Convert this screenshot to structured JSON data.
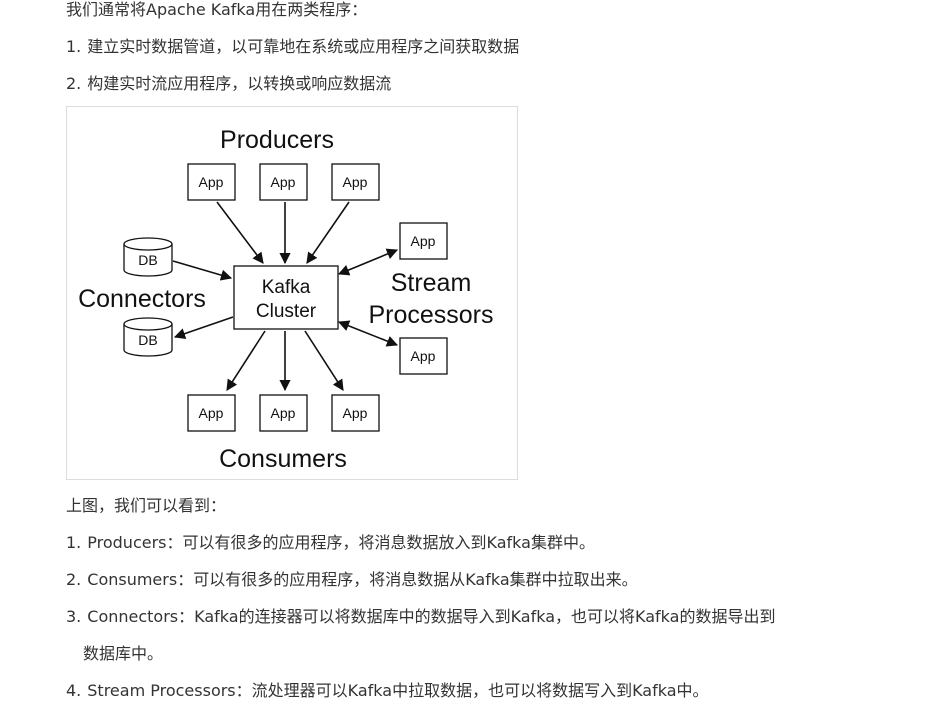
{
  "intro": {
    "heading": "我们通常将Apache Kafka用在两类程序：",
    "items": [
      {
        "num": "1.",
        "text": "建立实时数据管道，以可靠地在系统或应用程序之间获取数据"
      },
      {
        "num": "2.",
        "text": "构建实时流应用程序，以转换或响应数据流"
      }
    ]
  },
  "diagram": {
    "producers_label": "Producers",
    "consumers_label": "Consumers",
    "connectors_label": "Connectors",
    "stream_processors_label_line1": "Stream",
    "stream_processors_label_line2": "Processors",
    "cluster_line1": "Kafka",
    "cluster_line2": "Cluster",
    "app_label": "App",
    "db_label": "DB"
  },
  "explanation": {
    "heading": "上图，我们可以看到：",
    "items": [
      {
        "num": "1.",
        "text": "Producers：可以有很多的应用程序，将消息数据放入到Kafka集群中。"
      },
      {
        "num": "2.",
        "text": "Consumers：可以有很多的应用程序，将消息数据从Kafka集群中拉取出来。"
      },
      {
        "num": "3.",
        "text": "Connectors：Kafka的连接器可以将数据库中的数据导入到Kafka，也可以将Kafka的数据导出到",
        "continuation": "数据库中。"
      },
      {
        "num": "4.",
        "text": "Stream Processors：流处理器可以Kafka中拉取数据，也可以将数据写入到Kafka中。"
      }
    ]
  }
}
